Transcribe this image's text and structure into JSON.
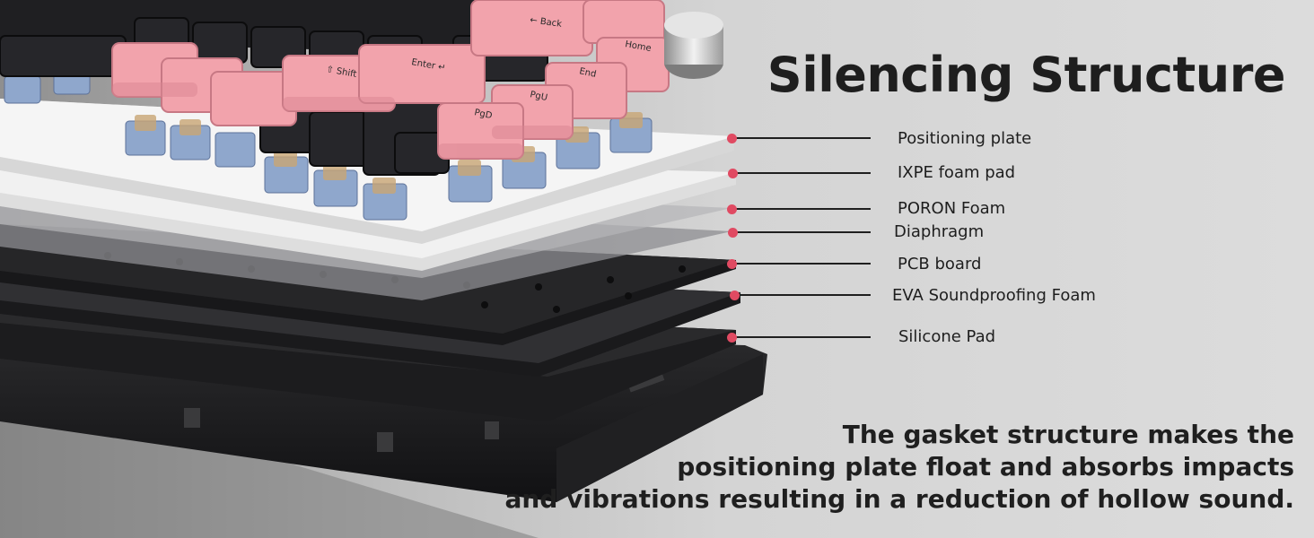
{
  "title": "Silencing Structure",
  "layers": [
    {
      "label": "Positioning plate"
    },
    {
      "label": "IXPE foam pad"
    },
    {
      "label": "PORON Foam"
    },
    {
      "label": "Diaphragm"
    },
    {
      "label": "PCB board"
    },
    {
      "label": "EVA Soundproofing Foam"
    },
    {
      "label": "Silicone Pad"
    }
  ],
  "description": [
    "The gasket structure makes the",
    "positioning plate float and absorbs impacts",
    "and vibrations resulting in a reduction of hollow sound."
  ],
  "keycaps": {
    "back": "← Back",
    "home": "Home",
    "enter": "Enter ↵",
    "shift": "⇧ Shift",
    "end": "End",
    "pgup": "PgU",
    "pgdn": "PgD"
  },
  "colors": {
    "accent_dot": "#e04a62",
    "pink_keycap": "#f2a3ac",
    "black_keycap": "#1f1f22",
    "switch_blue": "#8fa7cc"
  }
}
